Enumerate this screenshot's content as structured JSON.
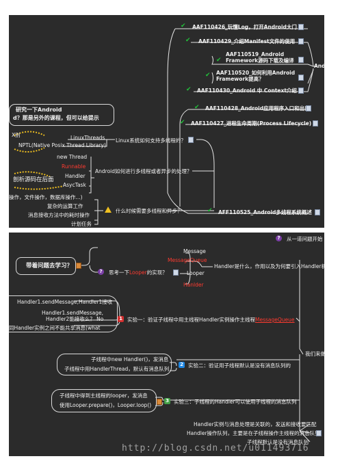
{
  "top": {
    "nodes": {
      "aaf110426": "AAF110426_玩懂Log，打开Android大门",
      "aaf110429": "AAF110429_介绍Manifest文件的使用",
      "aaf110519a": "AAF110519_Android",
      "aaf110519b": "Framework源码下载及编译",
      "aaf110520a": "AAF110520_如何利用Android",
      "aaf110520b": "Framework提高？",
      "branch_and": "And",
      "aaf110430": "AAF110430_Android 中 Context介绍",
      "aaf110428": "AAF110428_Android应用程序入口和出口",
      "aaf110427": "AAF110427_进程生命周期(Process Lifecycle)",
      "aff110525": "AFF110525_Android多线程系统概述",
      "study_a": "研究一下Android",
      "study_b": "d？那是另外的课程，但可以给提示",
      "left_x": "X别",
      "linux_threads": "LinuxThreads",
      "nptl": "NPTL(Native Posix Thread Library)",
      "linux_q": "Linux系统如何支持多线程的？",
      "new_thread": "new Thread",
      "runnable": "Runnable",
      "handler": "Handler",
      "asynctask": "AsycTask",
      "analyze_later": "剖析源码在后面",
      "android_q": "Android如何进行多线程或者异步的处理？",
      "ops": "操作，文件操作，数据库操作...)",
      "complex_calc": "复杂的运算工作",
      "msg_recv": "消息接收方法中的耗时操作",
      "timer": "计划任务",
      "when_q": "什么时候需要多线程和异步？"
    }
  },
  "bottom": {
    "nodes": {
      "from_problem": "从一道问题开始",
      "question_box": "带着问题去学习？",
      "message": "Message",
      "message_queue": "MessageQueue",
      "looper": "Looper",
      "handler": "Hanlder",
      "think_looper_a": "思考一下",
      "think_looper_b": "Looper",
      "think_looper_c": "的实现？",
      "handler_what": "Handler是什么，作用以及为何要引入Handler机",
      "exp1_left_a": "Handler1.sendMessage,Handler1接收",
      "exp1_left_b": "Handler1.sendMessage,",
      "exp1_left_c": "Handler2能接收么？ No",
      "exp1_left_d": "同Handler实例之间不能共享消息(what",
      "exp1": "实验一：验证子线程中用主线程Handler实例操作主线程MessageQueue",
      "exp1_hl": "MessageQueue",
      "exp2_left_a": "子线程中new Handler()，发消息",
      "exp2_left_b": "子线程中用HandlerThread，默认有消息队列",
      "exp2": "实验二：验证用子线程默认是没有消息队列的",
      "exp3_left_a": "子线程中得到主线程的looper，发消息",
      "exp3_left_b": "使用Looper.prepare()，Looper.loop()",
      "exp3": "实验三：子线程的Handler可以使用子线程的消息队列",
      "we_come": "我们来做",
      "tail_a": "Handler实例与消息处理是关联的，发送和接收要匹配",
      "tail_b": "Handler操作队列，主要是在子线程操作主线程的消息队列",
      "tail_c": "子线程默认是没有消息队列"
    },
    "badges": {
      "one": "1",
      "two": "2",
      "three": "3"
    }
  },
  "watermark": "http://blog.csdn.net/u011493716",
  "colors": {
    "panel": "#2b2b2b",
    "check": "#21c13a",
    "highlight": "#ff3b30",
    "badge1": "#d32f2f",
    "badge2": "#1e88e5",
    "badge3": "#43a047"
  }
}
